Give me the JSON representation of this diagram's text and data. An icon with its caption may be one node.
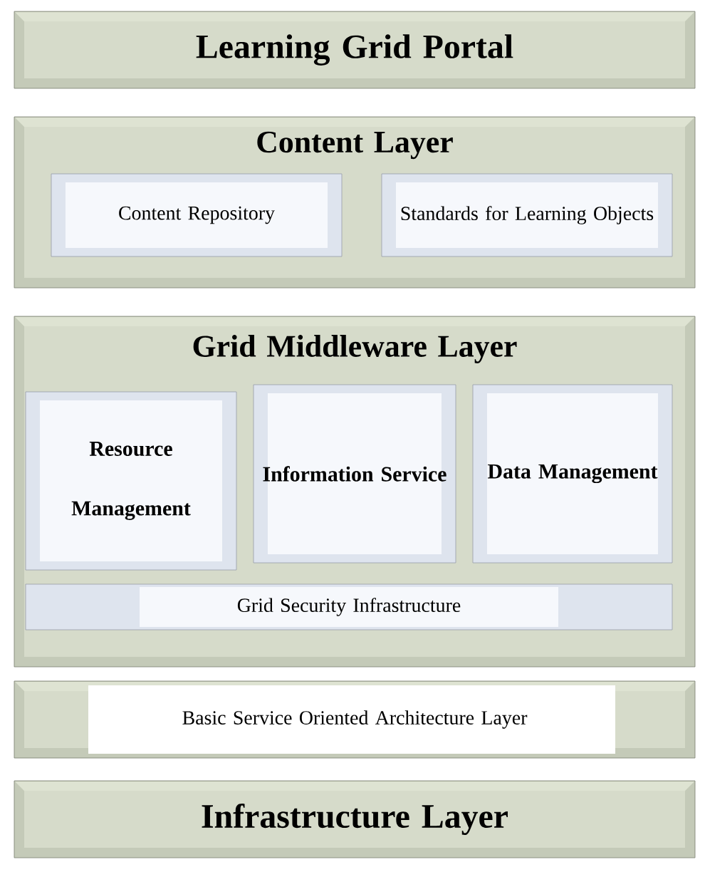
{
  "diagram": {
    "nodes": [
      {
        "text": [
          "Learning Grid Portal"
        ]
      },
      {
        "text": [
          "Content Layer"
        ]
      },
      {
        "text": [
          "Content Repository"
        ],
        "in": 1
      },
      {
        "text": [
          "Standards for Learning Objects"
        ],
        "in": 1
      },
      {
        "text": [
          "Grid Middleware Layer"
        ]
      },
      {
        "text": [
          "Resource Management"
        ],
        "in": 4
      },
      {
        "text": [
          "Information Service"
        ],
        "in": 4
      },
      {
        "text": [
          "Data Management"
        ],
        "in": 4
      },
      {
        "text": [
          "Grid Security Infrastructure"
        ],
        "in": 4
      },
      {
        "text": [
          "Basic Service Oriented Architecture Layer"
        ]
      },
      {
        "text": [
          "Infrastructure Layer"
        ]
      }
    ]
  }
}
